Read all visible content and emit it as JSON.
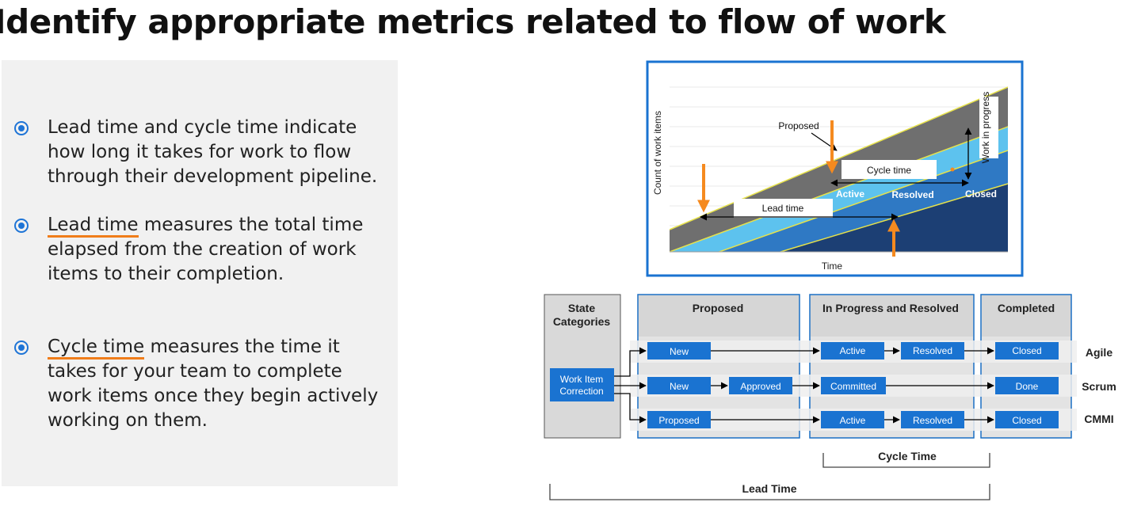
{
  "title": "Identify appropriate metrics related to flow of work",
  "bullets": [
    {
      "pre": "",
      "highlight": "",
      "post": "Lead time and cycle time indicate how long it takes for work to flow through their development pipeline."
    },
    {
      "pre": "",
      "highlight": "Lead time",
      "post": " measures the total time elapsed from the creation of work items to their completion."
    },
    {
      "pre": "",
      "highlight": "Cycle time",
      "post": " measures the time it takes for your team to complete work items once they begin actively working on them."
    }
  ],
  "cfd": {
    "ylabel": "Count of work items",
    "xlabel": "Time",
    "labels": {
      "proposed": "Proposed",
      "cycle_time": "Cycle time",
      "lead_time": "Lead time",
      "active": "Active",
      "resolved": "Resolved",
      "closed": "Closed",
      "wip": "Work in progress"
    },
    "colors": {
      "proposed": "#6f6f6f",
      "active": "#5dc2ee",
      "resolved": "#2f79c4",
      "closed": "#1c3f74",
      "arrow": "#f58a1f",
      "frame": "#1a73d1"
    }
  },
  "flow": {
    "headers": {
      "state_categories": "State Categories",
      "proposed": "Proposed",
      "in_progress": "In Progress and Resolved",
      "completed": "Completed"
    },
    "source": "Work Item Correction",
    "rows": [
      {
        "process": "Agile",
        "proposed": [
          "New"
        ],
        "in_progress": [
          "Active",
          "Resolved"
        ],
        "completed": "Closed"
      },
      {
        "process": "Scrum",
        "proposed": [
          "New",
          "Approved"
        ],
        "in_progress": [
          "Committed"
        ],
        "completed": "Done"
      },
      {
        "process": "CMMI",
        "proposed": [
          "Proposed"
        ],
        "in_progress": [
          "Active",
          "Resolved"
        ],
        "completed": "Closed"
      }
    ],
    "cycle_time_label": "Cycle Time",
    "lead_time_label": "Lead Time"
  }
}
